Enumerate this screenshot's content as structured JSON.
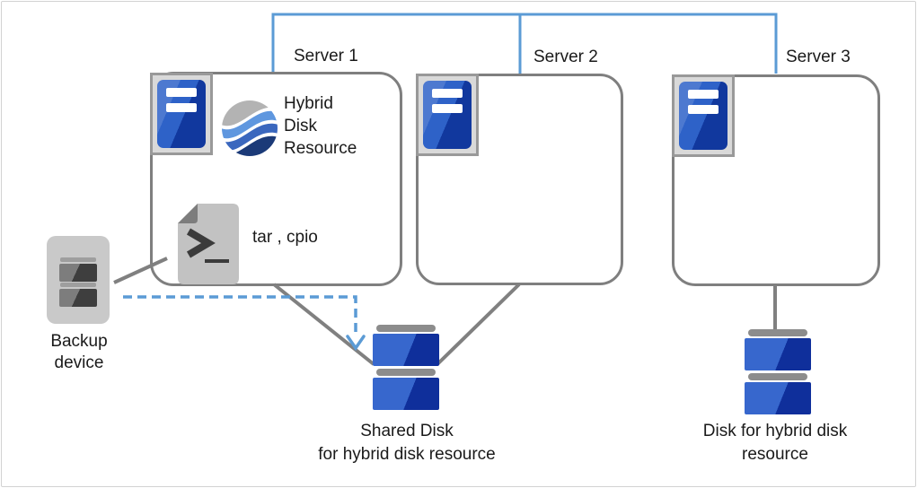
{
  "colors": {
    "network_line_blue": "#5B9BD5",
    "connector_gray": "#808080",
    "box_border_gray": "#7F7F7F",
    "server_tower_blue_light": "#2E62C8",
    "server_tower_blue_dark": "#11389E",
    "disk_blue_light": "#3767CD",
    "disk_blue_dark": "#0F2F9B",
    "device_gray_light": "#C9C9C9",
    "device_gray_dark": "#3E3E3E"
  },
  "servers": [
    {
      "label": "Server 1",
      "icon": "server-icon"
    },
    {
      "label": "Server 2",
      "icon": "server-icon"
    },
    {
      "label": "Server 3",
      "icon": "server-icon"
    }
  ],
  "server1_contents": {
    "hybrid_disk_resource": {
      "icon": "sphere-waves-icon",
      "label_lines": [
        "Hybrid",
        "Disk",
        "Resource"
      ]
    },
    "backup_tools": {
      "icon": "script-file-icon",
      "label": "tar , cpio"
    }
  },
  "backup_device": {
    "icon": "backup-device-icon",
    "label_lines": [
      "Backup",
      "device"
    ]
  },
  "shared_disk": {
    "icon": "disk-stack-icon",
    "label_lines": [
      "Shared Disk",
      "for hybrid disk resource"
    ]
  },
  "hybrid_disk": {
    "icon": "disk-stack-icon",
    "label_lines": [
      "Disk for hybrid disk",
      "resource"
    ]
  }
}
